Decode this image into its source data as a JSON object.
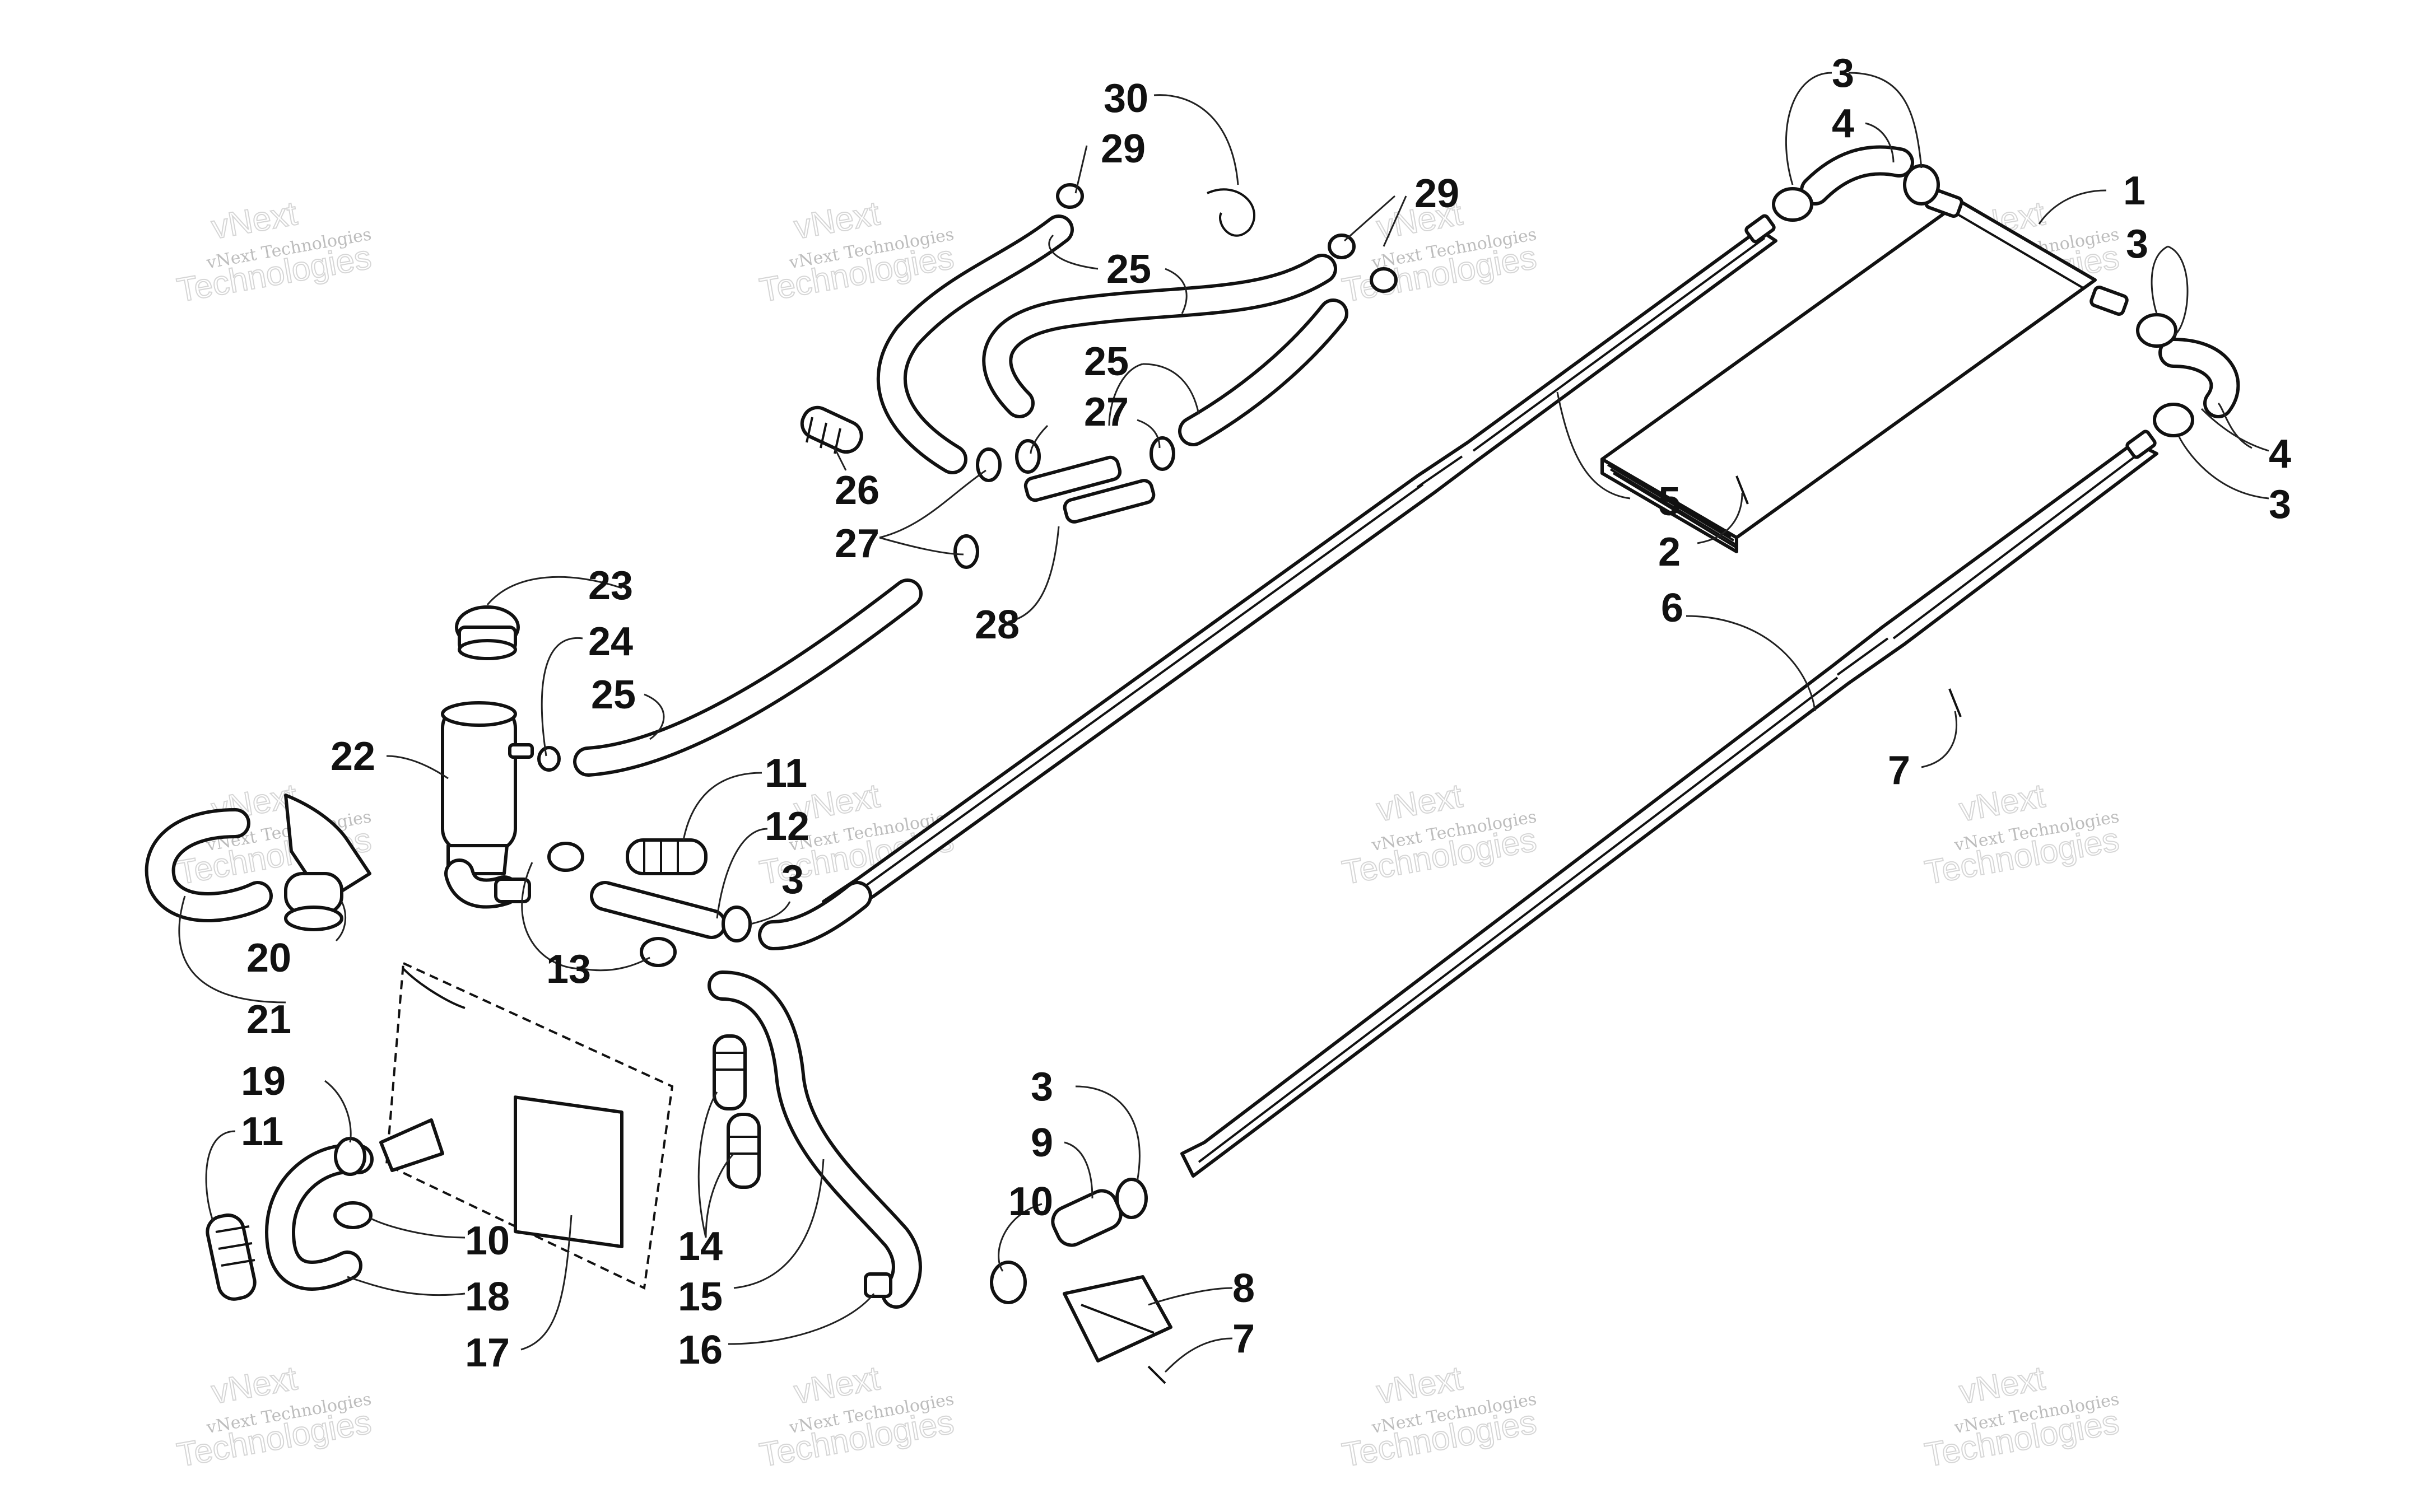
{
  "diagram": {
    "callouts": [
      {
        "id": "c30",
        "text": "30"
      },
      {
        "id": "c29a",
        "text": "29"
      },
      {
        "id": "c29b",
        "text": "29"
      },
      {
        "id": "c25a",
        "text": "25"
      },
      {
        "id": "c25b",
        "text": "25"
      },
      {
        "id": "c25c",
        "text": "25"
      },
      {
        "id": "c27a",
        "text": "27"
      },
      {
        "id": "c27b",
        "text": "27"
      },
      {
        "id": "c26",
        "text": "26"
      },
      {
        "id": "c28",
        "text": "28"
      },
      {
        "id": "c23",
        "text": "23"
      },
      {
        "id": "c24",
        "text": "24"
      },
      {
        "id": "c22",
        "text": "22"
      },
      {
        "id": "c20",
        "text": "20"
      },
      {
        "id": "c21",
        "text": "21"
      },
      {
        "id": "c11a",
        "text": "11"
      },
      {
        "id": "c12",
        "text": "12"
      },
      {
        "id": "c3a",
        "text": "3"
      },
      {
        "id": "c13",
        "text": "13"
      },
      {
        "id": "c19",
        "text": "19"
      },
      {
        "id": "c11b",
        "text": "11"
      },
      {
        "id": "c10a",
        "text": "10"
      },
      {
        "id": "c18",
        "text": "18"
      },
      {
        "id": "c17",
        "text": "17"
      },
      {
        "id": "c14",
        "text": "14"
      },
      {
        "id": "c15",
        "text": "15"
      },
      {
        "id": "c16",
        "text": "16"
      },
      {
        "id": "c3b",
        "text": "3"
      },
      {
        "id": "c9",
        "text": "9"
      },
      {
        "id": "c10b",
        "text": "10"
      },
      {
        "id": "c8",
        "text": "8"
      },
      {
        "id": "c7a",
        "text": "7"
      },
      {
        "id": "c7b",
        "text": "7"
      },
      {
        "id": "c6",
        "text": "6"
      },
      {
        "id": "c5",
        "text": "5"
      },
      {
        "id": "c2",
        "text": "2"
      },
      {
        "id": "c1",
        "text": "1"
      },
      {
        "id": "c3c",
        "text": "3"
      },
      {
        "id": "c4a",
        "text": "4"
      },
      {
        "id": "c3d",
        "text": "3"
      },
      {
        "id": "c4b",
        "text": "4"
      },
      {
        "id": "c3e",
        "text": "3"
      }
    ],
    "watermark": {
      "line1": "vNext Technologies",
      "line2": "vNext",
      "line3": "Technologies"
    }
  }
}
